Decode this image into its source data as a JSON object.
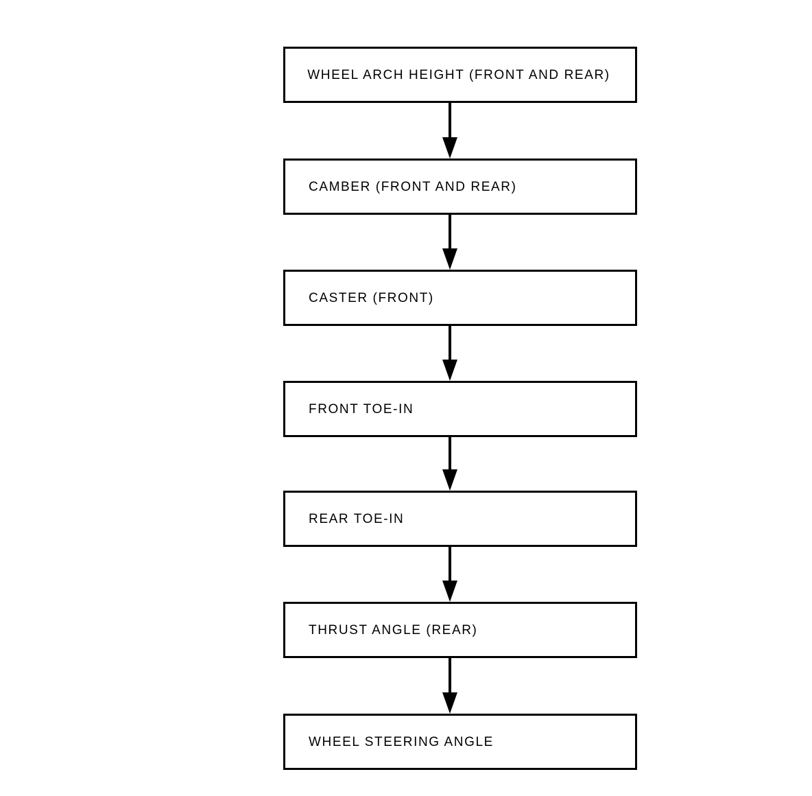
{
  "diagram": {
    "type": "flowchart",
    "orientation": "vertical-top-to-bottom",
    "background_color": "#ffffff",
    "line_color": "#000000",
    "text_color": "#000000",
    "nodes": [
      {
        "id": "wheel-arch-height",
        "label": "WHEEL ARCH HEIGHT (FRONT AND REAR)",
        "align": "center"
      },
      {
        "id": "camber",
        "label": "CAMBER (FRONT AND REAR)",
        "align": "left"
      },
      {
        "id": "caster",
        "label": "CASTER (FRONT)",
        "align": "left"
      },
      {
        "id": "front-toe-in",
        "label": "FRONT TOE-IN",
        "align": "left"
      },
      {
        "id": "rear-toe-in",
        "label": "REAR TOE-IN",
        "align": "left"
      },
      {
        "id": "thrust-angle",
        "label": "THRUST ANGLE (REAR)",
        "align": "left"
      },
      {
        "id": "wheel-steering-angle",
        "label": "WHEEL STEERING ANGLE",
        "align": "left"
      }
    ],
    "connectors": [
      {
        "from": "wheel-arch-height",
        "to": "camber",
        "style": "arrow-down"
      },
      {
        "from": "camber",
        "to": "caster",
        "style": "arrow-down"
      },
      {
        "from": "caster",
        "to": "front-toe-in",
        "style": "arrow-down"
      },
      {
        "from": "front-toe-in",
        "to": "rear-toe-in",
        "style": "arrow-down"
      },
      {
        "from": "rear-toe-in",
        "to": "thrust-angle",
        "style": "arrow-down"
      },
      {
        "from": "thrust-angle",
        "to": "wheel-steering-angle",
        "style": "arrow-down"
      }
    ]
  }
}
